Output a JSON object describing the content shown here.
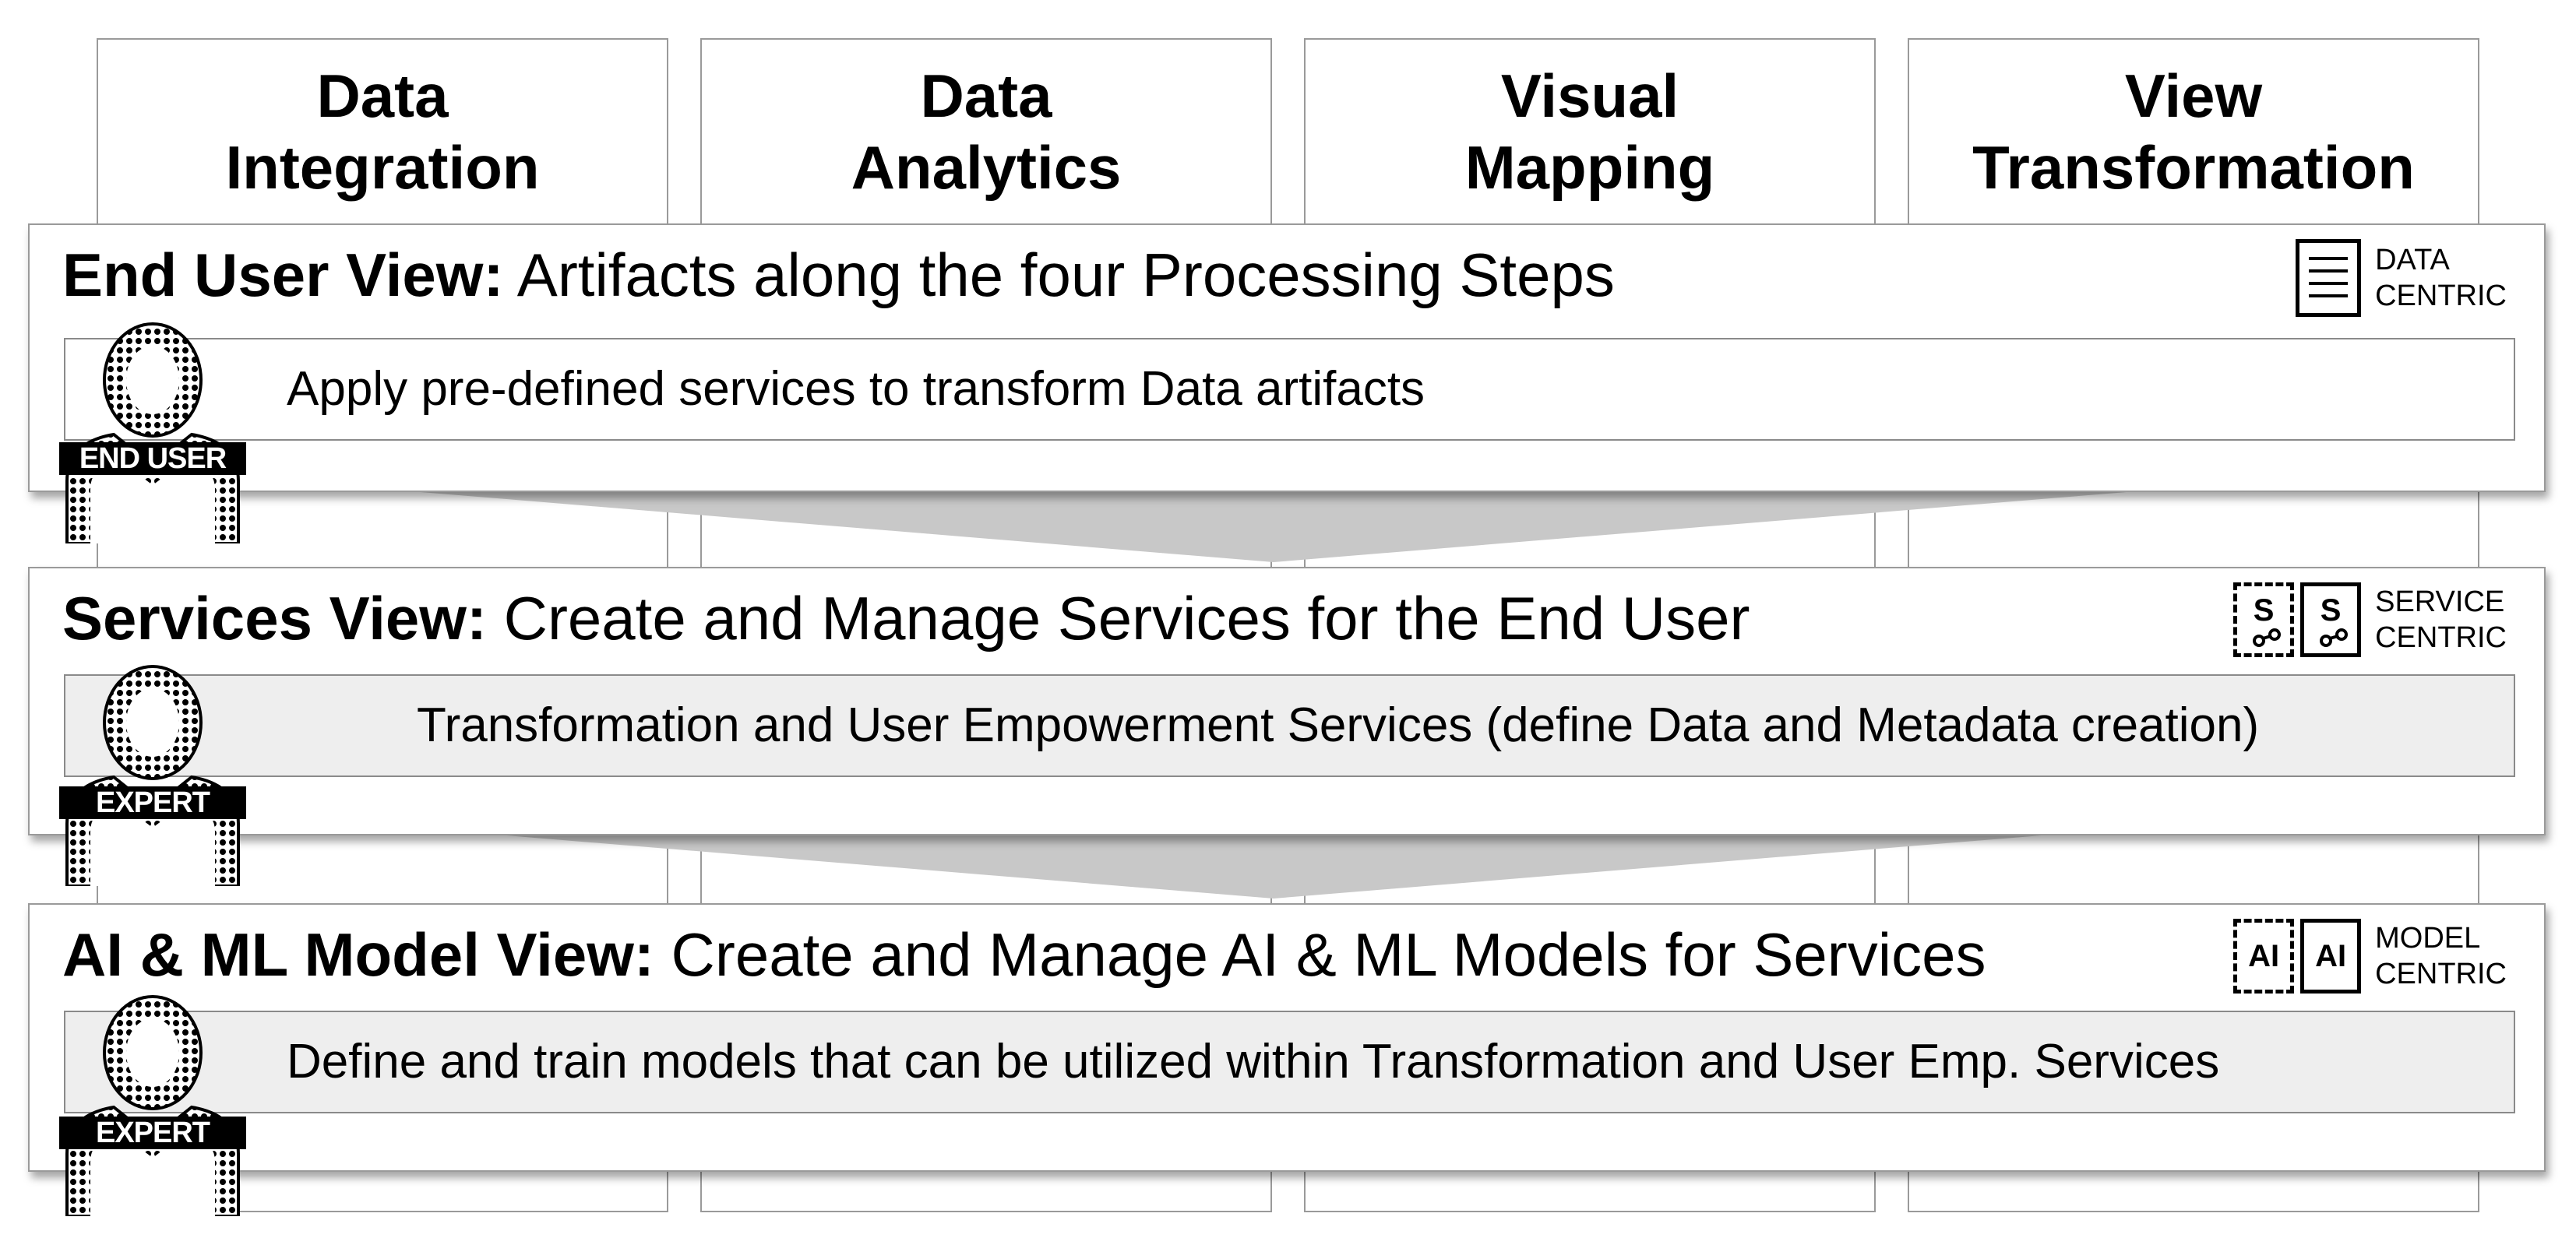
{
  "columns": [
    {
      "title": "Data\nIntegration"
    },
    {
      "title": "Data\nAnalytics"
    },
    {
      "title": "Visual\nMapping"
    },
    {
      "title": "View\nTransformation"
    }
  ],
  "layers": [
    {
      "title_bold": "End User View:",
      "title_rest": " Artifacts along the four Processing Steps",
      "description": "Apply pre-defined services to transform Data artifacts",
      "centric_label": "DATA\nCENTRIC",
      "role_label": "END USER",
      "icon": "document-icon"
    },
    {
      "title_bold": "Services View:",
      "title_rest": " Create and Manage Services for the End User",
      "description": "Transformation and User Empowerment Services (define Data and Metadata creation)",
      "centric_label": "SERVICE\nCENTRIC",
      "role_label": "EXPERT",
      "icon_letter": "S",
      "icon": "service-icon"
    },
    {
      "title_bold": "AI & ML Model View:",
      "title_rest": " Create and Manage AI & ML Models for Services",
      "description": "Define and train models that can be utilized within Transformation and User Emp. Services",
      "centric_label": "MODEL\nCENTRIC",
      "role_label": "EXPERT",
      "icon_letter": "AI",
      "icon": "model-icon"
    }
  ],
  "colors": {
    "arrow": "#c8c8c8",
    "inner_gray": "#eeeeee",
    "border": "#9a9a9a"
  }
}
